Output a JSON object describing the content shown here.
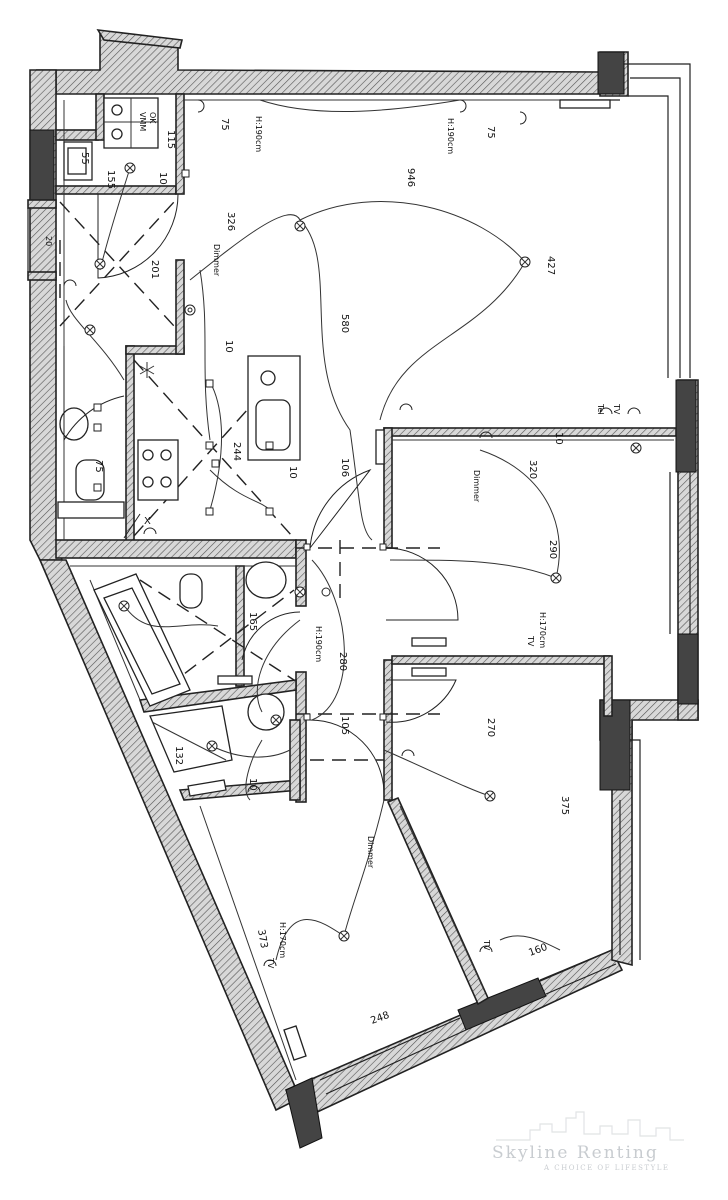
{
  "labels": {
    "l_946": "946",
    "l_427": "427",
    "l_580": "580",
    "l_326": "326",
    "l_201": "201",
    "l_155": "155",
    "l_55": "55",
    "l_115": "115",
    "l_75a": "75",
    "l_75b": "75",
    "l_75c": "75",
    "l_h190a": "H:190cm",
    "l_h190b": "H:190cm",
    "l_h190c": "H:190cm",
    "l_h170a": "H:170cm",
    "l_h170b": "H:170cm",
    "l_10a": "10",
    "l_10b": "10",
    "l_10c": "10",
    "l_10d": "10",
    "l_10e": "10",
    "l_244": "244",
    "l_106": "106",
    "l_320": "320",
    "l_290": "290",
    "l_280": "280",
    "l_165": "165",
    "l_105": "105",
    "l_270": "270",
    "l_375": "375",
    "l_132": "132",
    "l_373": "373",
    "l_248": "248",
    "l_160": "160",
    "l_dimmer1": "Dimmer",
    "l_dimmer2": "Dimmer",
    "l_dimmer3": "Dimmer",
    "l_tel": "Tel",
    "l_tv1": "TV",
    "l_tv2": "TV",
    "l_tv3": "TV",
    "l_tv4": "TV",
    "l_ok": "OK",
    "l_vmm": "VMM",
    "l_x": "X",
    "l_20": "20"
  },
  "watermark": {
    "brand": "Skyline Renting",
    "tagline": "A CHOICE OF LIFESTYLE"
  }
}
